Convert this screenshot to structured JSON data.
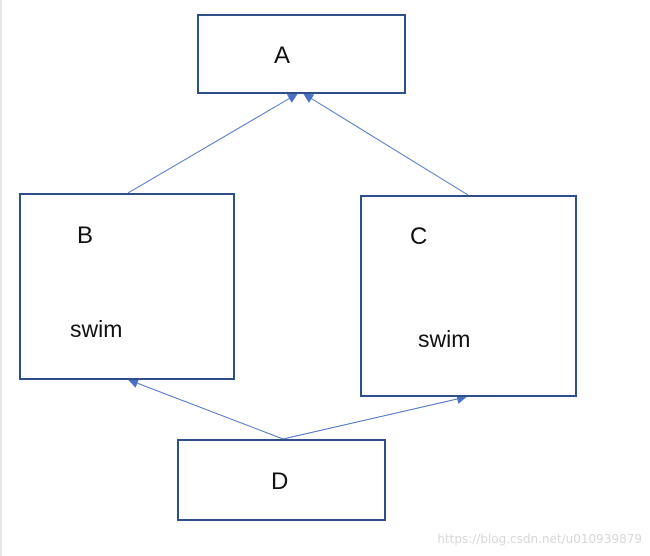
{
  "diagram": {
    "nodes": {
      "a": {
        "label": "A"
      },
      "b": {
        "label": "B",
        "sub": "swim"
      },
      "c": {
        "label": "C",
        "sub": "swim"
      },
      "d": {
        "label": "D"
      }
    },
    "edges": [
      {
        "from": "B",
        "to": "A"
      },
      {
        "from": "C",
        "to": "A"
      },
      {
        "from": "D",
        "to": "B"
      },
      {
        "from": "D",
        "to": "C"
      }
    ],
    "colors": {
      "box_border": "#2f4f8a",
      "connector": "#4a72c4"
    }
  },
  "watermark": "https://blog.csdn.net/u010939879"
}
